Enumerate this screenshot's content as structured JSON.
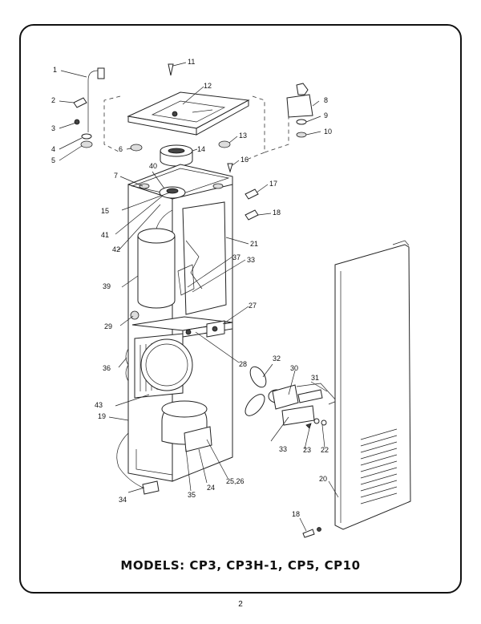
{
  "callouts": [
    "1",
    "2",
    "3",
    "4",
    "5",
    "6",
    "7",
    "8",
    "9",
    "10",
    "11",
    "12",
    "13",
    "14",
    "15",
    "16",
    "17",
    "18",
    "19",
    "20",
    "21",
    "22",
    "23",
    "24",
    "25,26",
    "27",
    "28",
    "29",
    "30",
    "31",
    "32",
    "33",
    "35",
    "36",
    "37",
    "39",
    "40",
    "41",
    "42",
    "43",
    "34",
    "18"
  ],
  "models_title": "MODELS: CP3, CP3H-1, CP5, CP10",
  "page_number": "2"
}
